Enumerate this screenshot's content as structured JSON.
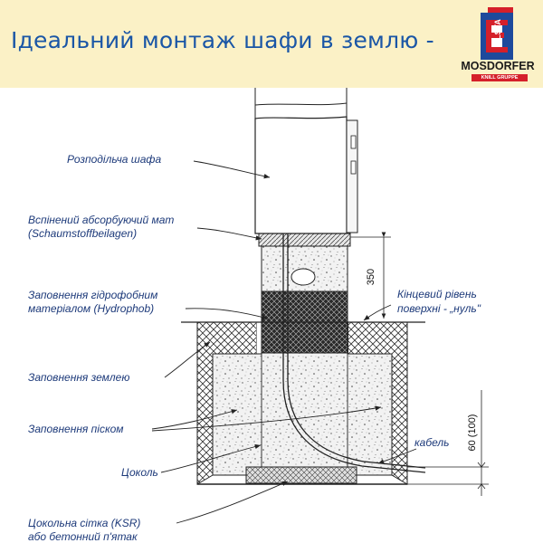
{
  "header": {
    "title": "Ідеальний монтаж шафи в землю -",
    "logo": {
      "wordmark": "MOSDORFER",
      "vertical_text": "ELSTA",
      "strip_text": "KNILL GRUPPE",
      "colors": {
        "brand_blue": "#1e4a9c",
        "brand_red": "#d5202a"
      }
    }
  },
  "diagram": {
    "labels": {
      "cabinet": "Розподільча шафа",
      "foam_mat_line1": "Вспінений абсорбуючий мат",
      "foam_mat_line2": "(Schaumstoffbeilagen)",
      "hydrophob_line1": "Заповнення гідрофобним",
      "hydrophob_line2": "матеріалом (Hydrophob)",
      "earth_fill": "Заповнення землею",
      "sand_fill": "Заповнення піском",
      "plinth": "Цоколь",
      "grid_line1": "Цокольна сітка (KSR)",
      "grid_line2": "або бетонний п'ятак",
      "surface_line1": "Кінцевий рівень",
      "surface_line2": "поверхні - „нуль\"",
      "cable": "кабель"
    },
    "dimensions": {
      "above_ground": "350",
      "bottom": "60 (100)"
    },
    "colors": {
      "label_text": "#1d3a7a",
      "lines": "#222222"
    }
  }
}
